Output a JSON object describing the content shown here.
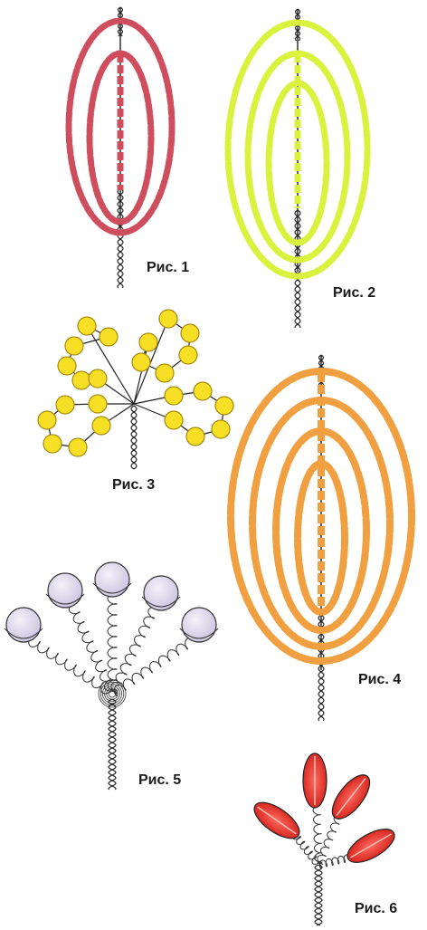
{
  "figures": [
    {
      "id": "fig1",
      "label": "Рис. 1",
      "bead_color": "#cf4e5e",
      "description": "oval loops of beads on wire"
    },
    {
      "id": "fig2",
      "label": "Рис. 2",
      "bead_color": "#d8f23e"
    },
    {
      "id": "fig3",
      "label": "Рис. 3",
      "bead_color": "#f6df25"
    },
    {
      "id": "fig4",
      "label": "Рис. 4",
      "bead_color": "#f0a040"
    },
    {
      "id": "fig5",
      "label": "Рис. 5",
      "bead_color": "#d8d2ea"
    },
    {
      "id": "fig6",
      "label": "Рис. 6",
      "bead_color": "#e8302a"
    }
  ]
}
